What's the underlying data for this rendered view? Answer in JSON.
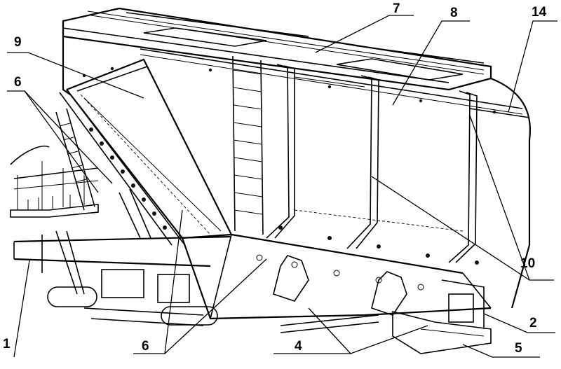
{
  "figure": {
    "callouts": [
      {
        "id": "c1",
        "label": "1"
      },
      {
        "id": "c2",
        "label": "2"
      },
      {
        "id": "c4",
        "label": "4"
      },
      {
        "id": "c5",
        "label": "5"
      },
      {
        "id": "c6a",
        "label": "6"
      },
      {
        "id": "c6b",
        "label": "6"
      },
      {
        "id": "c7",
        "label": "7"
      },
      {
        "id": "c8",
        "label": "8"
      },
      {
        "id": "c9",
        "label": "9"
      },
      {
        "id": "c10",
        "label": "10"
      },
      {
        "id": "c14",
        "label": "14"
      }
    ]
  }
}
